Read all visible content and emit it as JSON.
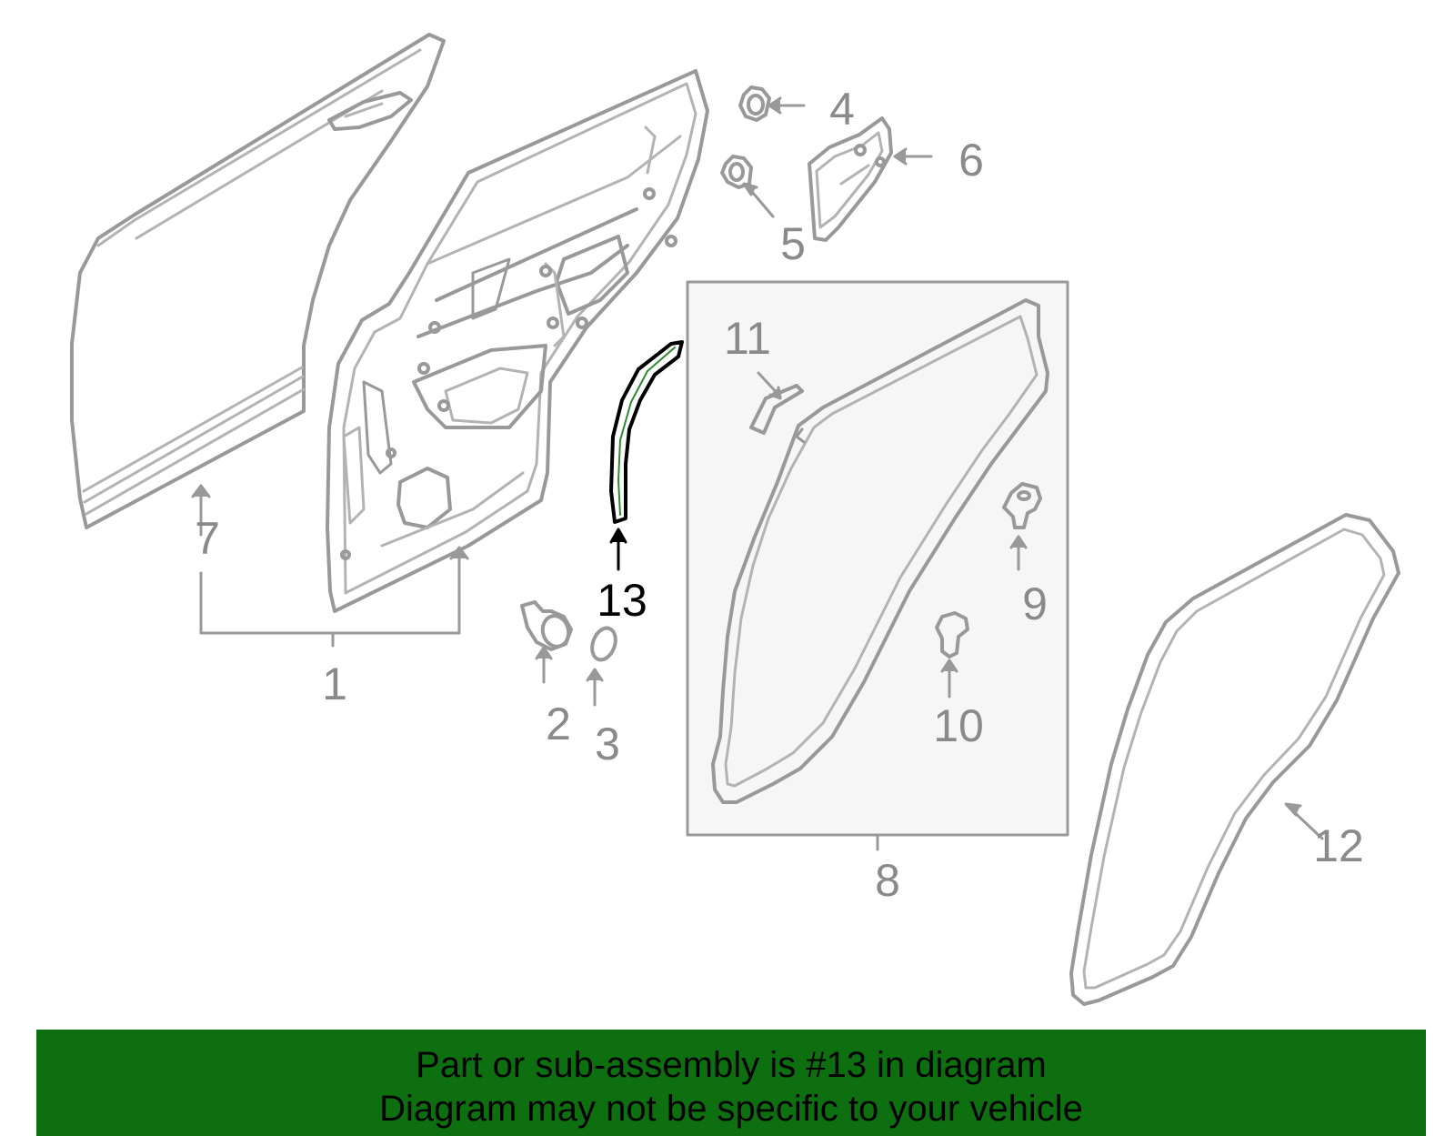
{
  "colors": {
    "part_stroke": "#999999",
    "part_inner": "#b3b3b3",
    "highlight_part": "#000000",
    "highlight_accent": "#2e8b2e",
    "callout_text": "#8a8a8a",
    "box_fill": "#f6f6f6",
    "banner_bg": "#0e6f10",
    "banner_text": "#000000"
  },
  "callouts": {
    "c1": "1",
    "c2": "2",
    "c3": "3",
    "c4": "4",
    "c5": "5",
    "c6": "6",
    "c7": "7",
    "c8": "8",
    "c9": "9",
    "c10": "10",
    "c11": "11",
    "c12": "12",
    "c13": "13"
  },
  "highlighted_part": "13",
  "banner": {
    "line1": "Part or sub-assembly is #13 in diagram",
    "line2": "Diagram may not be specific to your vehicle"
  }
}
